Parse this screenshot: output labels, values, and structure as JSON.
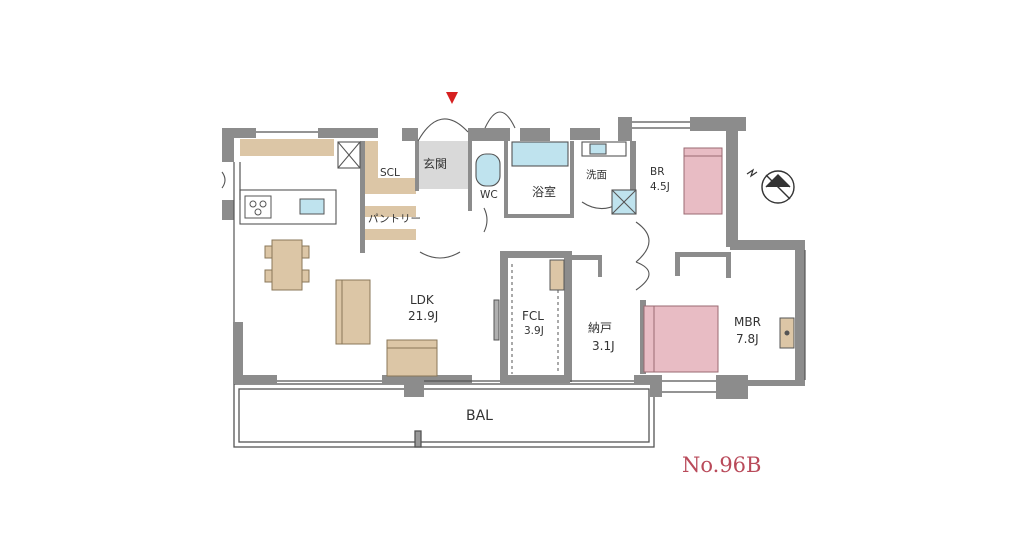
{
  "plan_number": "No.96B",
  "rooms": {
    "ldk": {
      "name": "LDK",
      "size": "21.9J"
    },
    "fcl": {
      "name": "FCL",
      "size": "3.9J"
    },
    "storage": {
      "name": "納戸",
      "size": "3.1J"
    },
    "mbr": {
      "name": "MBR",
      "size": "7.8J"
    },
    "br": {
      "name": "BR",
      "size": "4.5J"
    },
    "washroom": {
      "name": "洗面"
    },
    "bath": {
      "name": "浴室"
    },
    "wc": {
      "name": "WC"
    },
    "entrance": {
      "name": "玄関"
    },
    "scl": {
      "name": "SCL"
    },
    "pantry": {
      "name": "パントリー"
    },
    "balcony": {
      "name": "BAL"
    }
  },
  "colors": {
    "wall": "#8c8c8c",
    "wood": "#dcc6a6",
    "bed": "#e8bcc4",
    "tub": "#bfe3ee",
    "entry_floor": "#d9d9d9",
    "entry_marker": "#d62020",
    "plan_number": "#b94a5a"
  },
  "icons": {
    "compass": "north-compass-icon",
    "entry_marker": "entrance-arrow-icon"
  }
}
